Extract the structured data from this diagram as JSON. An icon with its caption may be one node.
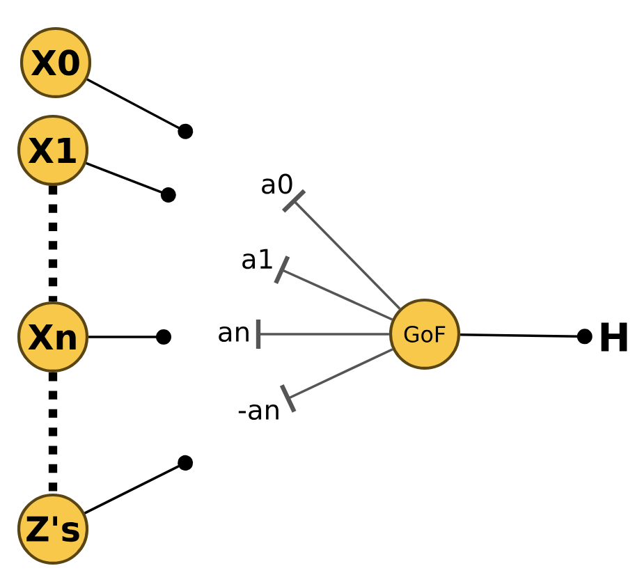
{
  "diagram": {
    "nodes": [
      {
        "text": [
          "X0"
        ]
      },
      {
        "text": [
          "X1"
        ]
      },
      {
        "text": [
          "Xn"
        ]
      },
      {
        "text": [
          "Z's"
        ]
      },
      {
        "text": [
          "GoF"
        ]
      },
      {
        "text": [
          "H"
        ]
      },
      {
        "text": [
          "a0"
        ]
      },
      {
        "text": [
          "a1"
        ]
      },
      {
        "text": [
          "an"
        ]
      },
      {
        "text": [
          "-an"
        ]
      }
    ],
    "edges": [
      {
        "from": 0,
        "to": null,
        "arrow": "other"
      },
      {
        "from": 1,
        "to": null,
        "arrow": "other"
      },
      {
        "from": 2,
        "to": null,
        "arrow": "other"
      },
      {
        "from": 3,
        "to": null,
        "arrow": "other"
      },
      {
        "from": 1,
        "to": 2,
        "arrow": "none",
        "style": "dashed"
      },
      {
        "from": 2,
        "to": 3,
        "arrow": "none",
        "style": "dashed"
      },
      {
        "from": 4,
        "to": 6,
        "arrow": "other",
        "color": "#555555"
      },
      {
        "from": 4,
        "to": 7,
        "arrow": "other",
        "color": "#555555"
      },
      {
        "from": 4,
        "to": 8,
        "arrow": "other",
        "color": "#555555"
      },
      {
        "from": 4,
        "to": 9,
        "arrow": "other",
        "color": "#555555"
      },
      {
        "from": 4,
        "to": 5,
        "arrow": "other"
      }
    ]
  }
}
